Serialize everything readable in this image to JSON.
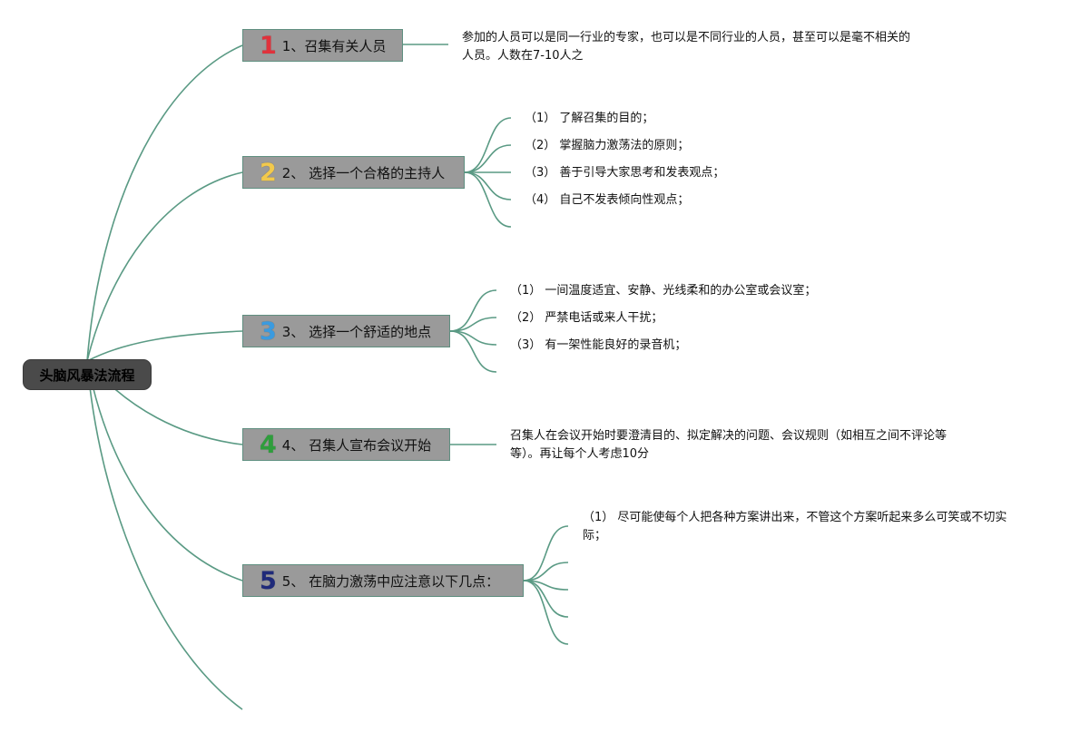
{
  "root": {
    "label": "头脑风暴法流程"
  },
  "colors": {
    "branch_line": "#5a9a84",
    "node_fill": "#9a9a9a",
    "root_fill": "#4a4a4a",
    "num1": "#e0323c",
    "num2": "#f2c94c",
    "num3": "#3a9be0",
    "num4": "#2e9e3c",
    "num5": "#1f2a7a"
  },
  "nodes": [
    {
      "number": "1",
      "label": "1、召集有关人员",
      "details": [
        "参加的人员可以是同一行业的专家，也可以是不同行业的人员，甚至可以是毫不相关的人员。人数在7-10人之"
      ]
    },
    {
      "number": "2",
      "label": "2、 选择一个合格的主持人",
      "details": [
        "（1） 了解召集的目的；",
        "（2） 掌握脑力激荡法的原则；",
        "（3） 善于引导大家思考和发表观点；",
        "（4） 自己不发表倾向性观点；"
      ]
    },
    {
      "number": "3",
      "label": "3、 选择一个舒适的地点",
      "details": [
        "（1） 一间温度适宜、安静、光线柔和的办公室或会议室；",
        "（2） 严禁电话或来人干扰；",
        "（3） 有一架性能良好的录音机；"
      ]
    },
    {
      "number": "4",
      "label": "4、 召集人宣布会议开始",
      "details": [
        "召集人在会议开始时要澄清目的、拟定解决的问题、会议规则（如相互之间不评论等等）。再让每个人考虑10分"
      ]
    },
    {
      "number": "5",
      "label": "5、 在脑力激荡中应注意以下几点：",
      "details": [
        "（1） 尽可能使每个人把各种方案讲出来，不管这个方案听起来多么可笑或不切实际；"
      ]
    }
  ]
}
